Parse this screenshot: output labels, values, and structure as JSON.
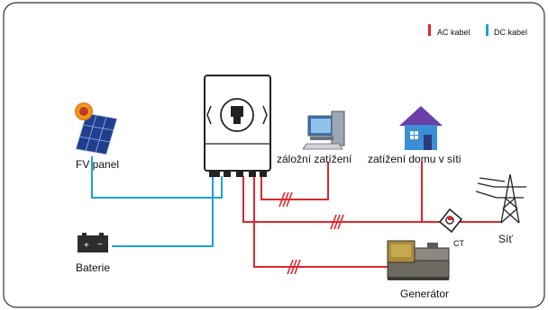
{
  "legend": {
    "ac_label": "AC kabel",
    "dc_label": "DC kabel",
    "ac_color": "#e0262b",
    "dc_color": "#1aa3d9"
  },
  "nodes": {
    "pv_panel": "FV panel",
    "battery": "Baterie",
    "backup_load": "záložní zatížení",
    "home_load": "zatížení domu v síti",
    "ct": "CT",
    "grid": "Síť",
    "generator": "Generátor"
  },
  "icons": {
    "pv": "solar-panel-icon",
    "battery": "battery-icon",
    "inverter": "inverter-icon",
    "backup": "computer-icon",
    "home": "house-icon",
    "ct": "ct-clamp-icon",
    "grid": "power-tower-icon",
    "generator": "generator-icon"
  }
}
